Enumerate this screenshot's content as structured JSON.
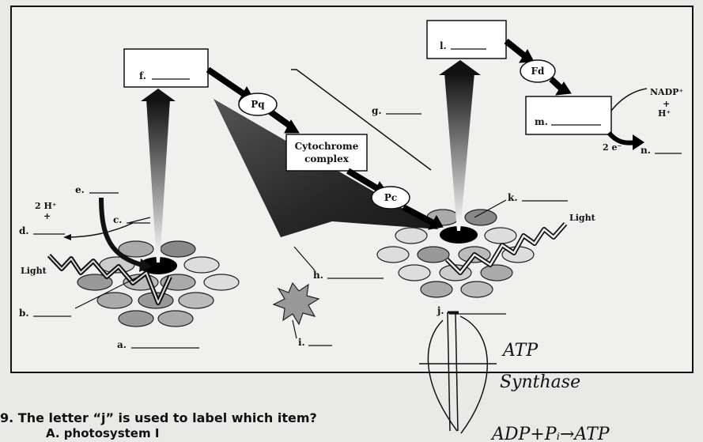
{
  "labels": {
    "a": "a.",
    "b": "b.",
    "c": "c.",
    "d": "d.",
    "e": "e.",
    "f": "f.",
    "g": "g.",
    "h": "h.",
    "i": "i.",
    "j": "j.",
    "k": "k.",
    "l": "l.",
    "m": "m.",
    "n": "n."
  },
  "carriers": {
    "pq": "Pq",
    "cytochrome_line1": "Cytochrome",
    "cytochrome_line2": "complex",
    "pc": "Pc",
    "fd": "Fd"
  },
  "inputs": {
    "light_left": "Light",
    "light_right": "Light",
    "two_h": "2 H⁺",
    "plus": "+",
    "nadp": "NADP⁺",
    "nadp_plus": "+",
    "h_plus": "H⁺",
    "two_e": "2 e⁻"
  },
  "handwriting": {
    "atp": "ATP",
    "synthase": "Synthase",
    "adp": "ADP+Pᵢ→ATP"
  },
  "question": {
    "text": "9. The letter “j” is used to label which item?",
    "choice_a": "A. photosystem I"
  }
}
